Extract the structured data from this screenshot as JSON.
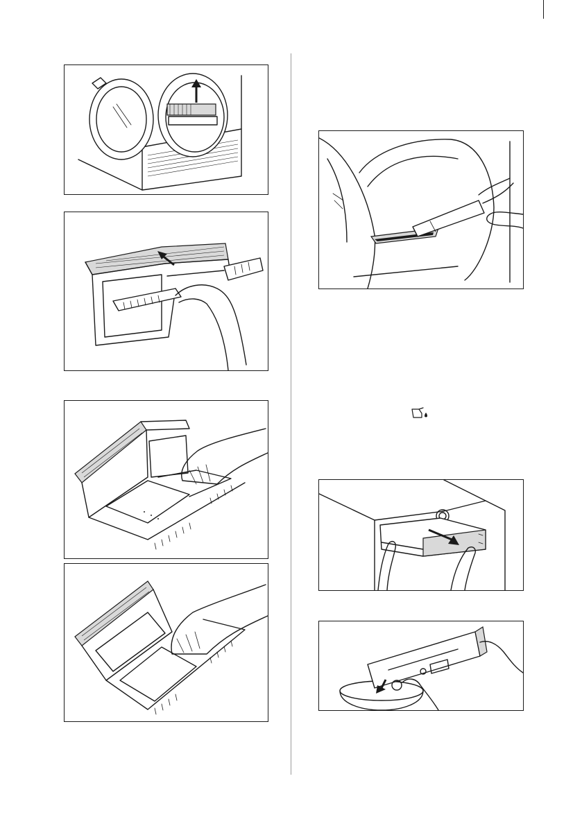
{
  "figures": [
    {
      "id": "door-filter-remove",
      "icon": "arrow-up-icon"
    },
    {
      "id": "filter-open",
      "icon": "arrow-icon"
    },
    {
      "id": "filter-clean-inner",
      "icon": "hand-icon"
    },
    {
      "id": "filter-clean-outer",
      "icon": "hand-icon"
    },
    {
      "id": "vacuum-filter-seat",
      "icon": "vacuum-icon"
    },
    {
      "id": "water-container-pull",
      "icon": "arrow-right-icon"
    },
    {
      "id": "water-container-empty",
      "icon": "arrow-down-icon"
    }
  ],
  "inline_icon": "water-container-full-icon",
  "colors": {
    "line": "#1a1a1a",
    "divider": "#9a9a9a",
    "panel": "#d9d9d9"
  }
}
